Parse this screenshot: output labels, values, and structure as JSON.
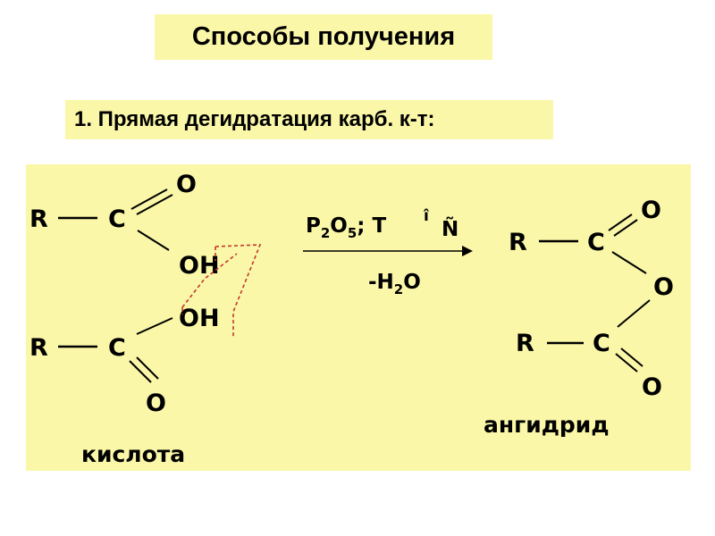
{
  "title": "Способы получения",
  "subtitle": "1. Прямая дегидратация карб. к-т:",
  "reactant": {
    "top": {
      "r": "R",
      "c": "C",
      "o": "O",
      "oh": "OH"
    },
    "bottom": {
      "r": "R",
      "c": "C",
      "o": "O",
      "oh": "OH"
    },
    "label": "кислота"
  },
  "conditions": {
    "reagent_p": "P",
    "reagent_p_sub": "2",
    "reagent_o": "O",
    "reagent_o_sub": "5",
    "reagent_rest": "; T",
    "glyph_a": "î",
    "glyph_b": "Ñ",
    "byproduct_pre": "-H",
    "byproduct_sub": "2",
    "byproduct_post": "O"
  },
  "product": {
    "top": {
      "r": "R",
      "c": "C",
      "o": "O"
    },
    "bridge_o": "O",
    "bottom": {
      "r": "R",
      "c": "C",
      "o": "O"
    },
    "label": "ангидрид"
  },
  "colors": {
    "panel": "#fbf7a8",
    "highlight": "#c0392b",
    "text": "#000000"
  }
}
